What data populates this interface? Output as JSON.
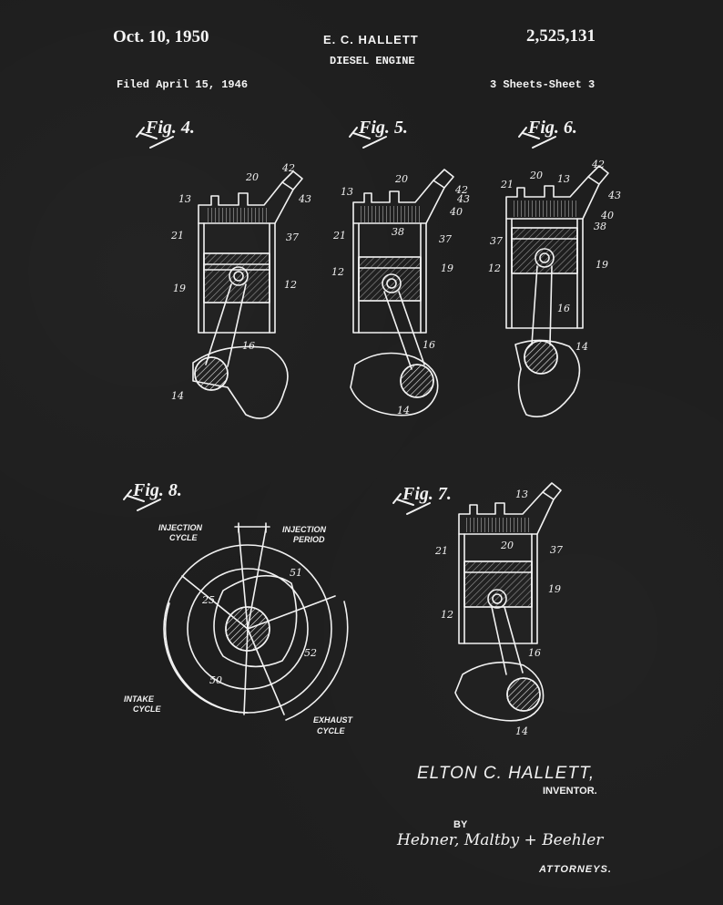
{
  "header": {
    "date": "Oct. 10, 1950",
    "inventor": "E. C. HALLETT",
    "patent_number": "2,525,131",
    "title": "DIESEL ENGINE",
    "filed": "Filed April 15, 1946",
    "sheets": "3 Sheets-Sheet 3"
  },
  "figures": {
    "fig4": {
      "label": "Fig. 4.",
      "refs": {
        "r13": "13",
        "r20": "20",
        "r42": "42",
        "r43": "43",
        "r21": "21",
        "r37": "37",
        "r19": "19",
        "r12": "12",
        "r16": "16",
        "r14": "14"
      }
    },
    "fig5": {
      "label": "Fig. 5.",
      "refs": {
        "r13": "13",
        "r20": "20",
        "r42": "42",
        "r43": "43",
        "r40": "40",
        "r21": "21",
        "r38": "38",
        "r37": "37",
        "r12": "12",
        "r19": "19",
        "r16": "16",
        "r14": "14"
      }
    },
    "fig6": {
      "label": "Fig. 6.",
      "refs": {
        "r21": "21",
        "r20": "20",
        "r13": "13",
        "r42": "42",
        "r43": "43",
        "r40": "40",
        "r38": "38",
        "r37": "37",
        "r12": "12",
        "r19": "19",
        "r16": "16",
        "r14": "14"
      }
    },
    "fig7": {
      "label": "Fig. 7.",
      "refs": {
        "r13": "13",
        "r21": "21",
        "r20": "20",
        "r37": "37",
        "r12": "12",
        "r19": "19",
        "r16": "16",
        "r14": "14"
      }
    },
    "fig8": {
      "label": "Fig. 8.",
      "labels": {
        "injection_cycle_1": "INJECTION",
        "injection_cycle_2": "CYCLE",
        "injection_period_1": "INJECTION",
        "injection_period_2": "PERIOD",
        "intake_1": "INTAKE",
        "intake_2": "CYCLE",
        "exhaust_1": "EXHAUST",
        "exhaust_2": "CYCLE"
      },
      "refs": {
        "r51": "51",
        "r25": "25",
        "r52": "52",
        "r50": "50"
      }
    }
  },
  "signature": {
    "name": "ELTON C. HALLETT,",
    "role": "INVENTOR.",
    "by": "BY",
    "attorneys_sig": "Hebner, Maltby + Beehler",
    "attorneys": "ATTORNEYS."
  },
  "colors": {
    "background": "#1e1e1e",
    "ink": "#f2f2f2"
  }
}
